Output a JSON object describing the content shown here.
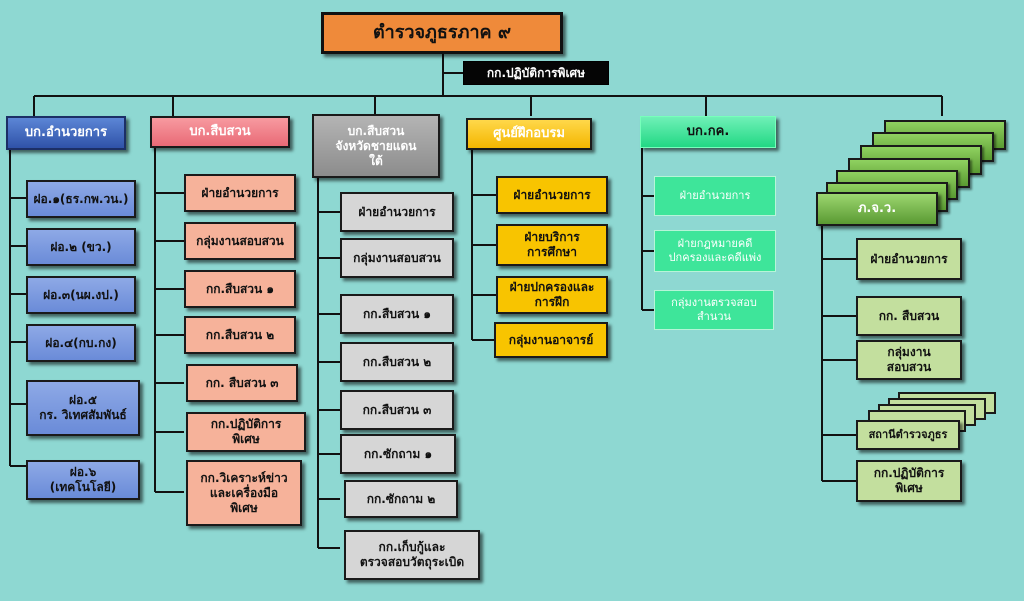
{
  "title": "ตำรวจภูธรภาค ๙",
  "special_unit": "กก.ปฏิบัติการพิเศษ",
  "columns": [
    {
      "header": "บก.อำนวยการ",
      "items": [
        "ฝอ.๑(ธร.กพ.วน.)",
        "ฝอ.๒ (ขว.)",
        "ฝอ.๓(นผ.งป.)",
        "ฝอ.๔(กบ.กง)",
        "ฝอ.๕\nกร. วิเทศสัมพันธ์",
        "ฝอ.๖\n(เทคโนโลยี)"
      ]
    },
    {
      "header": "บก.สืบสวน",
      "items": [
        "ฝ่ายอำนวยการ",
        "กลุ่มงานสอบสวน",
        "กก.สืบสวน ๑",
        "กก.สืบสวน ๒",
        "กก. สืบสวน ๓",
        "กก.ปฏิบัติการ\nพิเศษ",
        "กก.วิเคราะห์ข่าว\nและเครื่องมือ\nพิเศษ"
      ]
    },
    {
      "header": "บก.สืบสวน\nจังหวัดชายแดน\nใต้",
      "items": [
        "ฝ่ายอำนวยการ",
        "กลุ่มงานสอบสวน",
        "กก.สืบสวน ๑",
        "กก.สืบสวน ๒",
        "กก.สืบสวน ๓",
        "กก.ซักถาม ๑",
        "กก.ซักถาม ๒",
        "กก.เก็บกู้และ\nตรวจสอบวัตถุระเบิด"
      ]
    },
    {
      "header": "ศูนย์ฝึกอบรม",
      "items": [
        "ฝ่ายอำนวยการ",
        "ฝ่ายบริการ\nการศึกษา",
        "ฝ่ายปกครองและ\nการฝึก",
        "กลุ่มงานอาจารย์"
      ]
    },
    {
      "header": "บก.กค.",
      "items": [
        "ฝ่ายอำนวยการ",
        "ฝ่ายกฎหมายคดี\nปกครองและคดีแพ่ง",
        "กลุ่มงานตรวจสอบ\nสำนวน"
      ]
    },
    {
      "header": "ภ.จ.ว.",
      "items": [
        "ฝ่ายอำนวยการ",
        "กก. สืบสวน",
        "กลุ่มงาน\nสอบสวน",
        "สถานีตำรวจภูธร",
        "กก.ปฏิบัติการ\nพิเศษ"
      ]
    }
  ]
}
